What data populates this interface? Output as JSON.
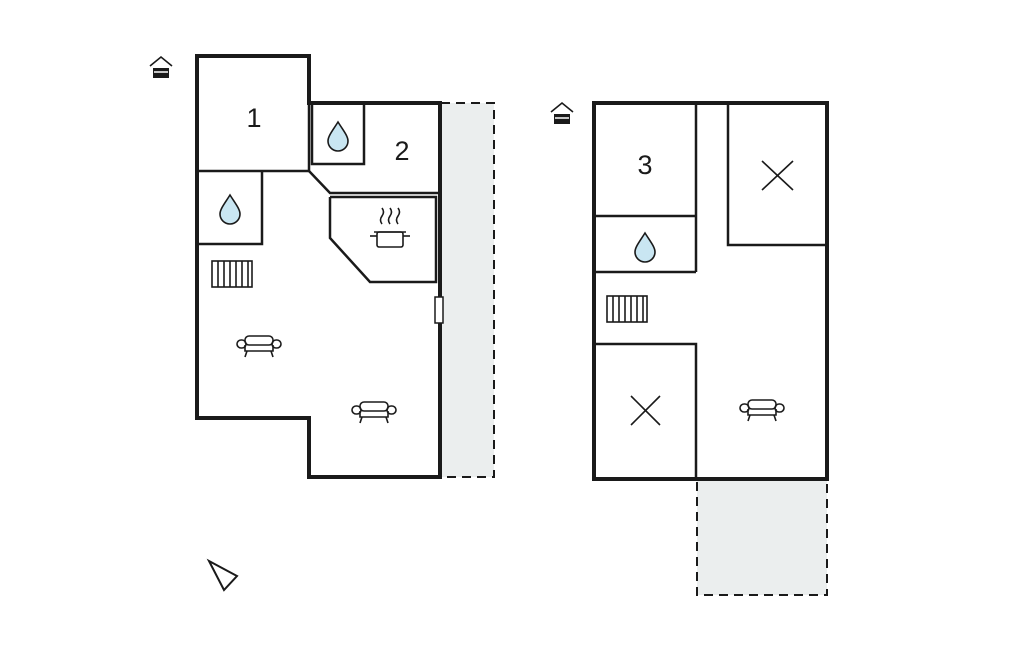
{
  "floors": [
    {
      "id": "ground-floor",
      "room_numbers": [
        "1",
        "2"
      ],
      "icons": [
        "floor-indicator-icon",
        "shower-icon",
        "shower-icon",
        "kitchen-pot-icon",
        "radiator-icon",
        "sofa-icon",
        "sofa-icon",
        "door-icon"
      ]
    },
    {
      "id": "upper-floor",
      "room_numbers": [
        "3"
      ],
      "icons": [
        "floor-indicator-icon",
        "shower-icon",
        "radiator-icon",
        "sofa-icon",
        "open-to-below-icon",
        "open-to-below-icon"
      ]
    }
  ],
  "compass_icon": "north-arrow-icon",
  "colors": {
    "wall": "#1a1a1a",
    "terrace_fill": "#ebeeee",
    "water_drop": "#c9e6f2"
  }
}
